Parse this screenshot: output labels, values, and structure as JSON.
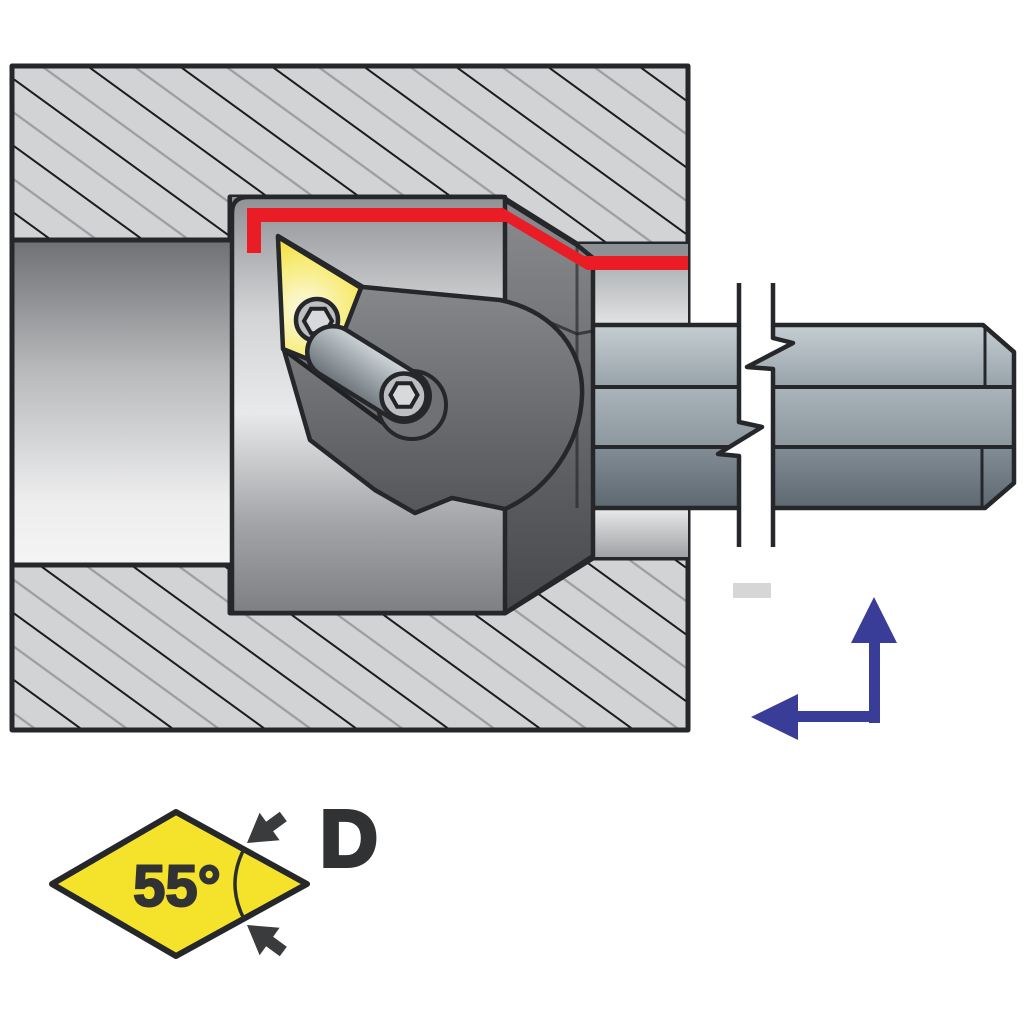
{
  "legend": {
    "angle_label": "55°",
    "shape_code": "D"
  },
  "colors": {
    "outline": "#26272a",
    "workpiece_fill": "#d2d3d5",
    "hatch_line_dark": "#1b1c1e",
    "hatch_line_light": "#9b9da0",
    "machined_surface_red": "#ea1c26",
    "insert_yellow_edge": "#f2d829",
    "legend_diamond_yellow": "#f5e32b",
    "feed_arrow_blue": "#3a3d97",
    "tool_head_gray": "#8e9093",
    "shank_gray": "#9aa5ab",
    "text_dark": "#313234"
  },
  "icons": {
    "feed_up_arrow": "feed-arrow-up",
    "feed_left_arrow": "feed-arrow-left",
    "angle_upper_arrow": "angle-pointer-upper",
    "angle_lower_arrow": "angle-pointer-lower",
    "break_symbol": "shaft-break"
  }
}
